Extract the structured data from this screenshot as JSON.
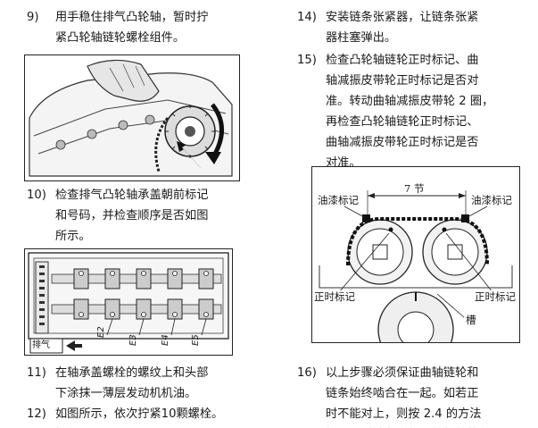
{
  "left_column": {
    "steps": [
      {
        "num": "9)",
        "text": "用手稳住排气凸轮轴，暂时拧\n紧凸轮轴链轮螺栓组件。"
      },
      {
        "num": "10)",
        "text": "检查排气凸轮轴承盖朝前标记\n和号码，并检查顺序是否如图\n所示。"
      },
      {
        "num": "11)",
        "text": "在轴承盖螺栓的螺纹上和头部\n下涂抹一薄层发动机机油。"
      },
      {
        "num": "12)",
        "text": "如图所示，依次拧紧10颗螺栓。\n扭矩："
      }
    ],
    "figure2": {
      "cap_labels": [
        "E2",
        "E3",
        "E4",
        "E5"
      ],
      "front_label": "排气"
    }
  },
  "right_column": {
    "steps": [
      {
        "num": "14)",
        "text": "安装链条张紧器，让链条张紧\n器柱塞弹出。"
      },
      {
        "num": "15)",
        "text": "检查凸轮轴链轮正时标记、曲\n轴减振皮带轮正时标记是否对\n准。转动曲轴减振皮带轮 2 圈，\n再检查凸轮轴链轮正时标记、\n曲轴减振皮带轮正时标记是否\n对准。"
      },
      {
        "num": "16)",
        "text": "以上步骤必须保证曲轴链轮和\n链条始终啮合在一起。如若正\n时不能对上，则按 2.4 的方法\n拆下正时链条重新进行标转的重"
      }
    ],
    "figure3": {
      "label_paint_left": "油漆标记",
      "label_paint_right": "油漆标记",
      "label_links": "7 节",
      "label_timing_left": "正时标记",
      "label_timing_right": "正时标记",
      "label_slot": "槽"
    }
  }
}
